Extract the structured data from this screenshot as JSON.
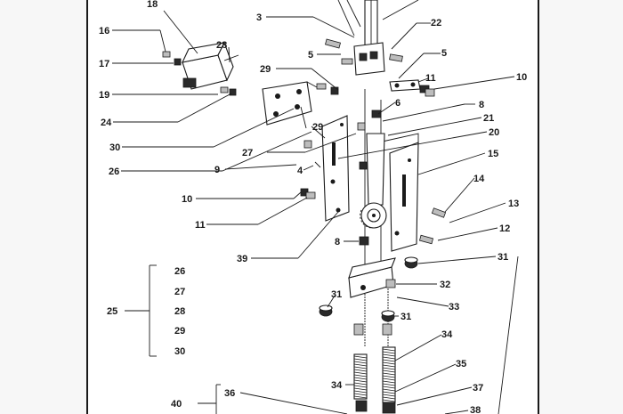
{
  "colors": {
    "page": "#ffffff",
    "ink": "#1a1a1a",
    "outside": "#f7f7f7"
  },
  "callouts": {
    "c1": "18",
    "c2": "16",
    "c3": "17",
    "c4": "28",
    "c5": "19",
    "c6": "24",
    "c7": "30",
    "c8": "26",
    "c9": "3",
    "c10": "5",
    "c11": "29",
    "c12": "22",
    "c13": "5",
    "c14": "11",
    "c15": "10",
    "c16": "6",
    "c17": "8",
    "c18": "21",
    "c19": "29",
    "c20": "20",
    "c21": "27",
    "c22": "9",
    "c23": "4",
    "c24": "15",
    "c25": "14",
    "c26": "13",
    "c27": "10",
    "c28": "11",
    "c29": "12",
    "c30": "8",
    "c31": "39",
    "c32": "31",
    "c33": "32",
    "c34": "31",
    "c35": "33",
    "c36": "31",
    "c37": "34",
    "c38": "35",
    "c39": "34",
    "c40": "37",
    "c41": "38",
    "c42": "36",
    "c43": "40"
  },
  "group25": {
    "label": "25",
    "items": [
      "26",
      "27",
      "28",
      "29",
      "30"
    ]
  }
}
